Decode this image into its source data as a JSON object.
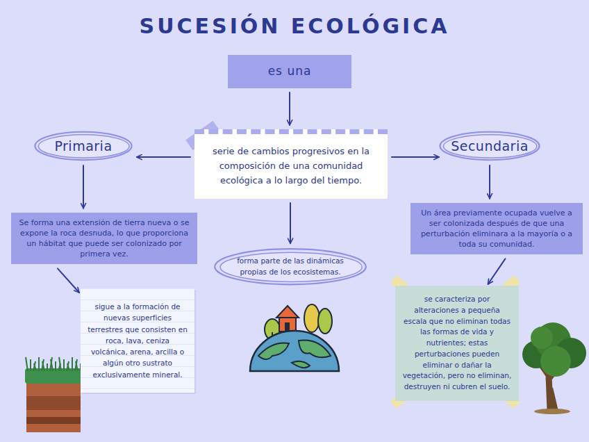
{
  "diagram": {
    "title": "SUCESIÓN ECOLÓGICA",
    "nodes": [
      {
        "text": [
          "es una"
        ]
      },
      {
        "text": [
          "serie de cambios progresivos en la composición de una comunidad ecológica a lo largo del tiempo."
        ]
      },
      {
        "text": [
          "Primaria"
        ]
      },
      {
        "text": [
          "Secundaria"
        ]
      },
      {
        "text": [
          "Se forma una extensión de tierra nueva o se expone la roca desnuda, lo que proporciona un hábitat que puede ser colonizado por primera vez."
        ]
      },
      {
        "text": [
          "Un área previamente ocupada vuelve a ser colonizada después de que una perturbación eliminara a la mayoría o a toda su comunidad."
        ]
      },
      {
        "text": [
          "forma parte de las dinámicas propias de los ecosistemas."
        ]
      },
      {
        "text": [
          "sigue a la formación de nuevas superficies terrestres que consisten en roca, lava, ceniza volcánica, arena, arcilla o algún otro sustrato exclusivamente mineral."
        ]
      },
      {
        "text": [
          "se caracteriza por alteraciones a pequeña escala que no eliminan todas las formas de vida y nutrientes; estas perturbaciones pueden eliminar o dañar la vegetación, pero no eliminan, destruyen ni cubren el suelo."
        ]
      }
    ],
    "edges": [
      {
        "from": 0,
        "to": 1,
        "arrow": "to"
      },
      {
        "from": 1,
        "to": 2,
        "arrow": "to"
      },
      {
        "from": 1,
        "to": 3,
        "arrow": "to"
      },
      {
        "from": 1,
        "to": 6,
        "arrow": "to"
      },
      {
        "from": 2,
        "to": 4,
        "arrow": "to"
      },
      {
        "from": 3,
        "to": 5,
        "arrow": "to"
      },
      {
        "from": 4,
        "to": 7,
        "arrow": "to"
      },
      {
        "from": 5,
        "to": 8,
        "arrow": "to"
      }
    ]
  }
}
